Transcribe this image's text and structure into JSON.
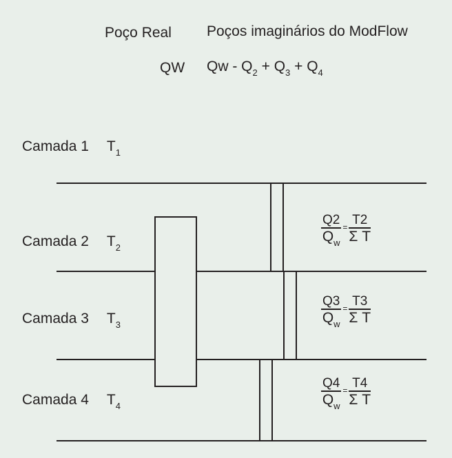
{
  "header": {
    "real_well_label": "Poço Real",
    "imaginary_wells_label": "Poços imaginários do ModFlow",
    "real_well_flow": "QW",
    "imaginary_flow": {
      "Qw": "Qw",
      "minus": " - ",
      "Q2": "Q",
      "s2": "2",
      "plus1": " + ",
      "Q3": "Q",
      "s3": "3",
      "plus2": " + ",
      "Q4": "Q",
      "s4": "4"
    }
  },
  "layers": [
    {
      "name": "Camada 1",
      "T": "T",
      "sub": "1"
    },
    {
      "name": "Camada 2",
      "T": "T",
      "sub": "2"
    },
    {
      "name": "Camada 3",
      "T": "T",
      "sub": "3"
    },
    {
      "name": "Camada 4",
      "T": "T",
      "sub": "4"
    }
  ],
  "formulas": [
    {
      "num_left": "Q2",
      "den_left": "Q",
      "den_sub": "w",
      "eq": "=",
      "num_right": "T2",
      "den_right": "Σ T"
    },
    {
      "num_left": "Q3",
      "den_left": "Q",
      "den_sub": "w",
      "eq": "=",
      "num_right": "T3",
      "den_right": "Σ T"
    },
    {
      "num_left": "Q4",
      "den_left": "Q",
      "den_sub": "w",
      "eq": "=",
      "num_right": "T4",
      "den_right": "Σ T"
    }
  ],
  "colors": {
    "background": "#e9efea",
    "ink": "#231f20"
  }
}
